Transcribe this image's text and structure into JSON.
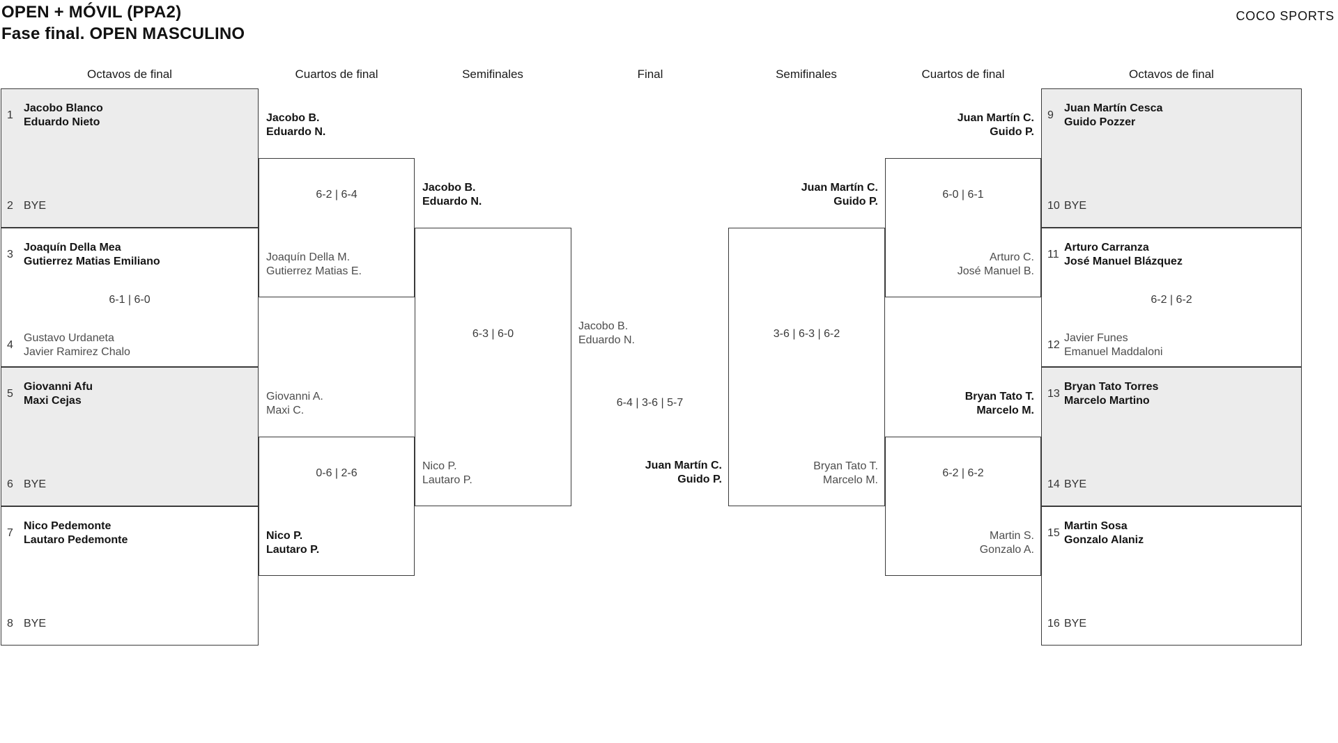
{
  "header": {
    "title_line1": "OPEN + MÓVIL (PPA2)",
    "title_line2": "Fase final. OPEN MASCULINO",
    "brand": "COCO SPORTS"
  },
  "round_labels": [
    "Octavos de final",
    "Cuartos de final",
    "Semifinales",
    "Final",
    "Semifinales",
    "Cuartos de final",
    "Octavos de final"
  ],
  "colors": {
    "background": "#ffffff",
    "box_border": "#3a3a3a",
    "shaded_box_fill": "#ececec",
    "winner_text": "#141414",
    "loser_text": "#4d4d4d",
    "neutral_text": "#333333",
    "score_text": "#3a3a3a"
  },
  "round_of_16": [
    {
      "shaded": true,
      "score": "",
      "slot1": {
        "seed": "1",
        "lines": [
          "Jacobo Blanco",
          "Eduardo Nieto"
        ],
        "result": "winner"
      },
      "slot2": {
        "seed": "2",
        "lines": [
          "BYE"
        ],
        "result": "bye"
      }
    },
    {
      "shaded": false,
      "score": "6-1 | 6-0",
      "slot1": {
        "seed": "3",
        "lines": [
          "Joaquín Della Mea",
          "Gutierrez Matias Emiliano"
        ],
        "result": "winner"
      },
      "slot2": {
        "seed": "4",
        "lines": [
          "Gustavo Urdaneta",
          "Javier Ramirez Chalo"
        ],
        "result": "loser"
      }
    },
    {
      "shaded": true,
      "score": "",
      "slot1": {
        "seed": "5",
        "lines": [
          "Giovanni Afu",
          "Maxi Cejas"
        ],
        "result": "winner"
      },
      "slot2": {
        "seed": "6",
        "lines": [
          "BYE"
        ],
        "result": "bye"
      }
    },
    {
      "shaded": false,
      "score": "",
      "slot1": {
        "seed": "7",
        "lines": [
          "Nico Pedemonte",
          "Lautaro Pedemonte"
        ],
        "result": "winner"
      },
      "slot2": {
        "seed": "8",
        "lines": [
          "BYE"
        ],
        "result": "bye"
      }
    },
    {
      "shaded": true,
      "score": "",
      "slot1": {
        "seed": "9",
        "lines": [
          "Juan Martín Cesca",
          "Guido Pozzer"
        ],
        "result": "winner"
      },
      "slot2": {
        "seed": "10",
        "lines": [
          "BYE"
        ],
        "result": "bye"
      }
    },
    {
      "shaded": false,
      "score": "6-2 | 6-2",
      "slot1": {
        "seed": "11",
        "lines": [
          "Arturo Carranza",
          "José Manuel Blázquez"
        ],
        "result": "winner"
      },
      "slot2": {
        "seed": "12",
        "lines": [
          "Javier Funes",
          "Emanuel Maddaloni"
        ],
        "result": "loser"
      }
    },
    {
      "shaded": true,
      "score": "",
      "slot1": {
        "seed": "13",
        "lines": [
          "Bryan Tato Torres",
          "Marcelo Martino"
        ],
        "result": "winner"
      },
      "slot2": {
        "seed": "14",
        "lines": [
          "BYE"
        ],
        "result": "bye"
      }
    },
    {
      "shaded": false,
      "score": "",
      "slot1": {
        "seed": "15",
        "lines": [
          "Martin Sosa",
          "Gonzalo Alaniz"
        ],
        "result": "winner"
      },
      "slot2": {
        "seed": "16",
        "lines": [
          "BYE"
        ],
        "result": "bye"
      }
    }
  ],
  "matches": [
    {
      "id": "quarterfinal-left-1",
      "score": "6-2 | 6-4",
      "team1": {
        "lines": [
          "Jacobo B.",
          "Eduardo N."
        ],
        "result": "winner"
      },
      "team2": {
        "lines": [
          "Joaquín Della M.",
          "Gutierrez Matias E."
        ],
        "result": "loser"
      }
    },
    {
      "id": "quarterfinal-left-2",
      "score": "0-6 | 2-6",
      "team1": {
        "lines": [
          "Giovanni A.",
          "Maxi C."
        ],
        "result": "loser"
      },
      "team2": {
        "lines": [
          "Nico P.",
          "Lautaro P."
        ],
        "result": "winner"
      }
    },
    {
      "id": "semifinal-left",
      "score": "6-3 | 6-0",
      "team1": {
        "lines": [
          "Jacobo B.",
          "Eduardo N."
        ],
        "result": "winner"
      },
      "team2": {
        "lines": [
          "Nico P.",
          "Lautaro P."
        ],
        "result": "loser"
      }
    },
    {
      "id": "final",
      "score": "6-4 | 3-6 | 5-7",
      "team1": {
        "lines": [
          "Jacobo B.",
          "Eduardo N."
        ],
        "result": "loser"
      },
      "team2": {
        "lines": [
          "Juan Martín C.",
          "Guido P."
        ],
        "result": "winner"
      }
    },
    {
      "id": "semifinal-right",
      "score": "3-6 | 6-3 | 6-2",
      "team1": {
        "lines": [
          "Juan Martín C.",
          "Guido P."
        ],
        "result": "winner"
      },
      "team2": {
        "lines": [
          "Bryan Tato T.",
          "Marcelo M."
        ],
        "result": "loser"
      }
    },
    {
      "id": "quarterfinal-right-1",
      "score": "6-0 | 6-1",
      "team1": {
        "lines": [
          "Juan Martín C.",
          "Guido P."
        ],
        "result": "winner"
      },
      "team2": {
        "lines": [
          "Arturo C.",
          "José Manuel B."
        ],
        "result": "loser"
      }
    },
    {
      "id": "quarterfinal-right-2",
      "score": "6-2 | 6-2",
      "team1": {
        "lines": [
          "Bryan Tato T.",
          "Marcelo M."
        ],
        "result": "winner"
      },
      "team2": {
        "lines": [
          "Martin S.",
          "Gonzalo A."
        ],
        "result": "loser"
      }
    }
  ]
}
